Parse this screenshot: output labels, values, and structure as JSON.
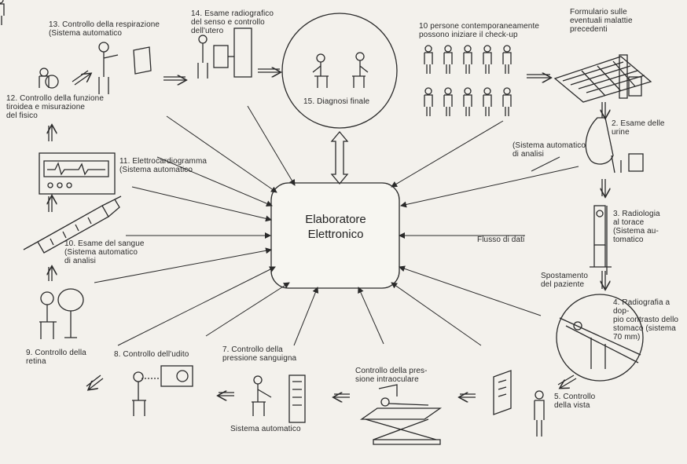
{
  "center": {
    "line1": "Elaboratore",
    "line2": "Elettronico"
  },
  "labels": {
    "s1": "10 persone contemporaneamente\npossono iniziare il check-up",
    "s1b": "Formulario sulle\neventuali malattie\nprecedenti",
    "s2": "2. Esame delle\nurine",
    "s2auto": "(Sistema automatico\ndi analisi",
    "s3": "3. Radiologia\nal torace\n(Sistema au-\ntomatico",
    "flusso": "Flusso di dati",
    "spost": "Spostamento\ndel paziente",
    "s4": "4. Radiografia a dop-\npio contrasto dello\nstomaco    (sistema\n70  mm)",
    "s5": "5. Controllo\ndella vista",
    "s6": "Controllo della pres-\nsione intraoculare",
    "s7": "7. Controllo della\npressione sanguigna",
    "s7auto": "Sistema automatico",
    "s8": "8. Controllo dell'udito",
    "s9": "9. Controllo della\nretina",
    "s10": "10.  Esame del sangue\n(Sistema automatico\ndi analisi",
    "s11": "11. Elettrocardiogramma\n(Sistema automatico",
    "s12": "12. Controllo della funzione\ntiroidea e misurazione\ndel fisico",
    "s13": "13. Controllo della respirazione\n(Sistema automatico",
    "s14": "14. Esame radiografico\ndel senso e controllo\ndell'utero",
    "s15": "15. Diagnosi finale"
  },
  "colors": {
    "ink": "#2a2a2a",
    "paper": "#f3f1ec"
  }
}
